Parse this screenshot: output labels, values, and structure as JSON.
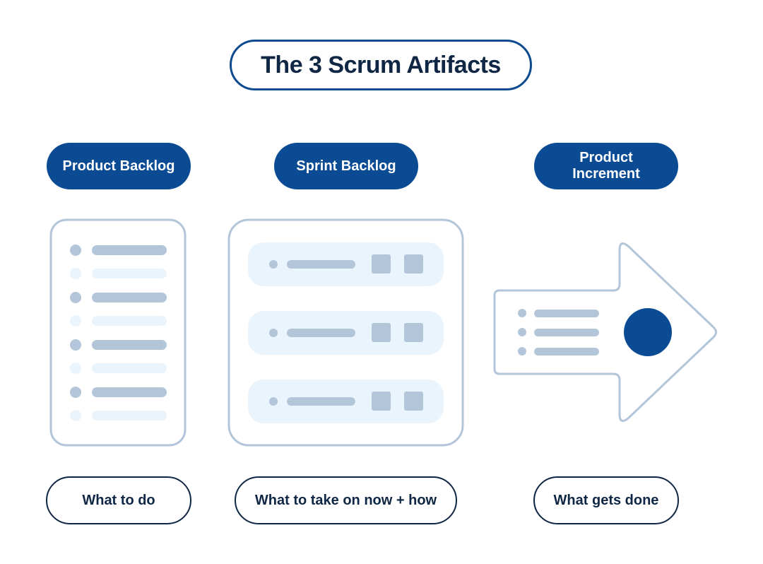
{
  "title": "The 3 Scrum Artifacts",
  "artifacts": [
    {
      "label": "Product Backlog",
      "description": "What to do"
    },
    {
      "label": "Sprint Backlog",
      "description": "What to take on now + how"
    },
    {
      "label_lines": [
        "Product",
        "Increment"
      ],
      "description": "What gets done"
    }
  ],
  "colors": {
    "navy": "#0b4b94",
    "dark_text": "#0f2744",
    "outline": "#b3c5d9",
    "item": "#b3c5d9",
    "light_item": "#eaf4fd",
    "background": "#ffffff"
  }
}
